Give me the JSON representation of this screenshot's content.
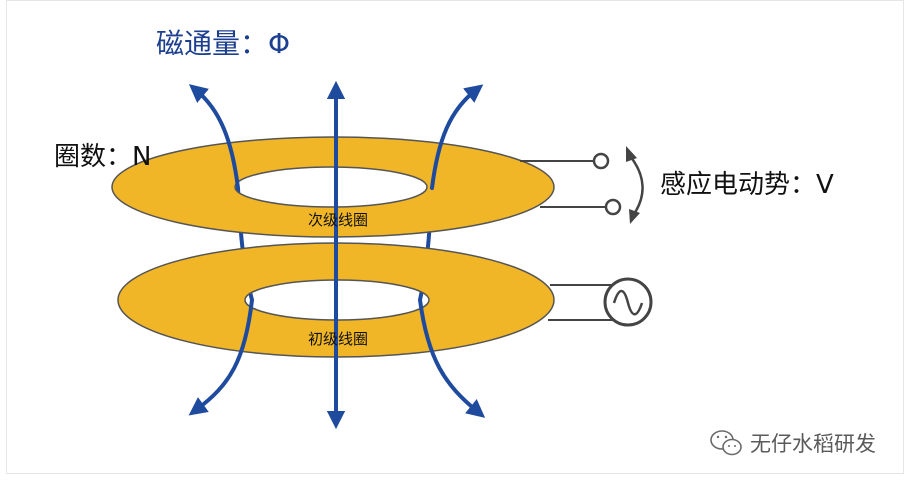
{
  "labels": {
    "flux": "磁通量：Φ",
    "turns": "圈数：N",
    "emf": "感应电动势：V",
    "secondary_coil": "次级线圈",
    "primary_coil": "初级线圈"
  },
  "watermark": {
    "text": "无仔水稻研发",
    "icon": "wechat-icon"
  },
  "colors": {
    "coil_fill": "#f0b627",
    "flux_arrow": "#1f4b9e",
    "outline": "#555555"
  },
  "icons": {
    "ac_source": "ac-source-icon",
    "terminal": "terminal-icon"
  }
}
